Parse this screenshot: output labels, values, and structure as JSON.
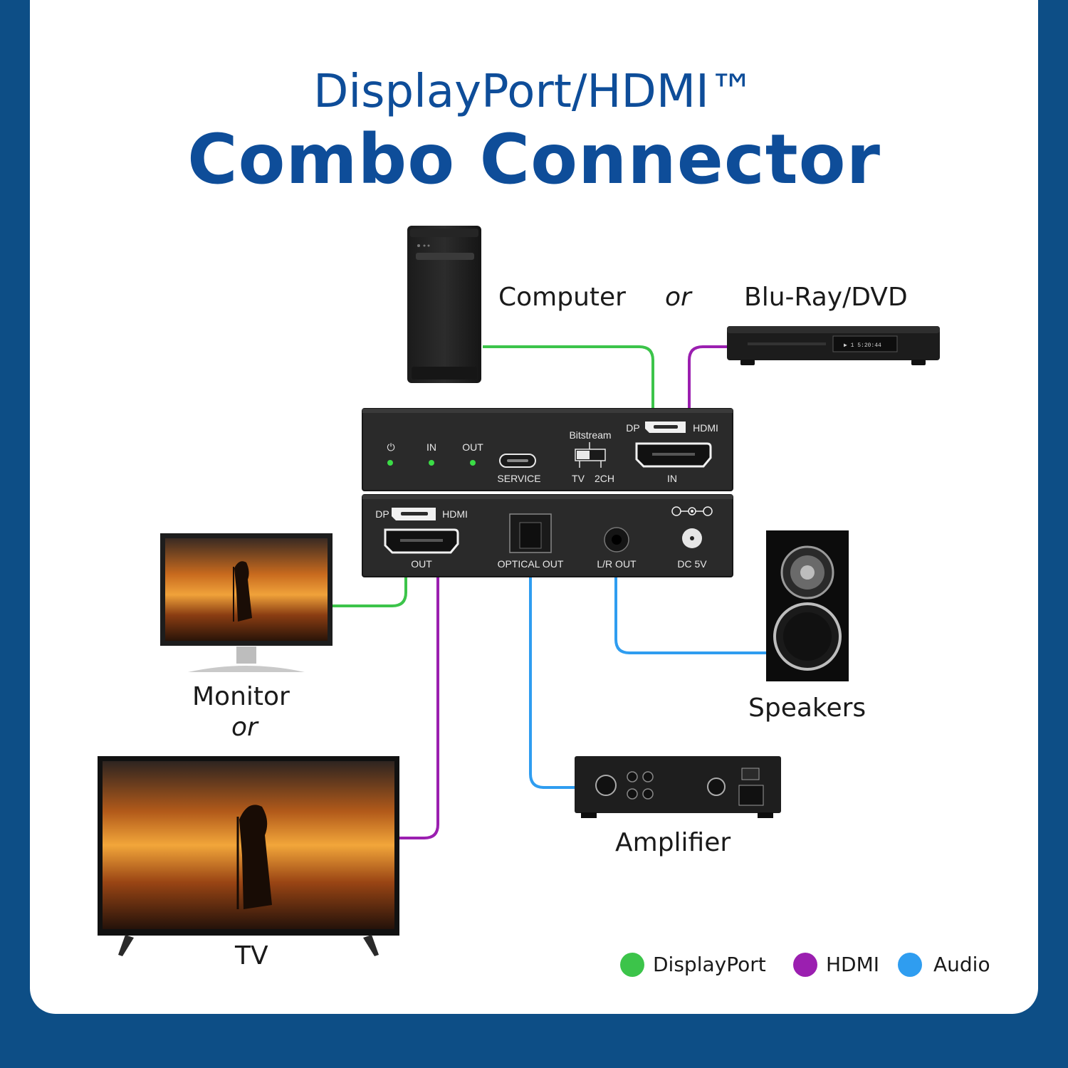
{
  "title": {
    "line1": "DisplayPort/HDMI™",
    "line2": "Combo Connector"
  },
  "sources": {
    "computer": "Computer",
    "or": "or",
    "bluray": "Blu-Ray/DVD"
  },
  "device_top": {
    "power_icon": "⏻",
    "in_led": "IN",
    "out_led": "OUT",
    "service": "SERVICE",
    "bitstream": "Bitstream",
    "tv": "TV",
    "ch2": "2CH",
    "dp": "DP",
    "hdmi": "HDMI",
    "in_port": "IN"
  },
  "device_bottom": {
    "dp": "DP",
    "hdmi": "HDMI",
    "out": "OUT",
    "optical_out": "OPTICAL OUT",
    "lr_out": "L/R OUT",
    "dc": "DC 5V"
  },
  "outputs": {
    "monitor": "Monitor",
    "or": "or",
    "tv": "TV",
    "speakers": "Speakers",
    "amplifier": "Amplifier"
  },
  "legend": [
    {
      "label": "DisplayPort",
      "color": "#3cc44a"
    },
    {
      "label": "HDMI",
      "color": "#9b1fb0"
    },
    {
      "label": "Audio",
      "color": "#2f9df0"
    }
  ],
  "colors": {
    "background": "#0d4e86",
    "title": "#0e4d99",
    "displayport": "#3cc44a",
    "hdmi": "#9b1fb0",
    "audio": "#2f9df0"
  }
}
